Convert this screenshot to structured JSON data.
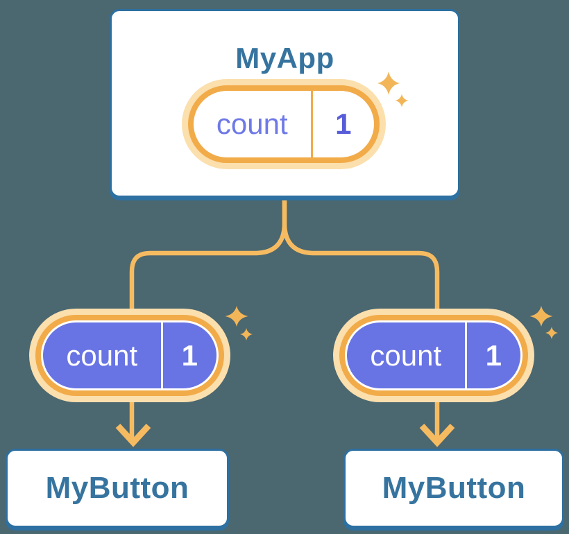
{
  "diagram": {
    "root": {
      "title": "MyApp",
      "state": {
        "label": "count",
        "value": "1"
      }
    },
    "children": [
      {
        "title": "MyButton",
        "state": {
          "label": "count",
          "value": "1"
        }
      },
      {
        "title": "MyButton",
        "state": {
          "label": "count",
          "value": "1"
        }
      }
    ]
  },
  "icons": {
    "sparkle": "✦",
    "arrow_down": "↓"
  },
  "colors": {
    "background": "#4b6770",
    "card_bg": "#ffffff",
    "card_border": "#2d70a1",
    "title_text": "#36749f",
    "connector": "#f6bb61",
    "pill_ring": "#f2ab49",
    "pill_halo": "#fbdfad",
    "pill_fill_active": "#6874e4",
    "pill_text_idle": "#6e79e7",
    "pill_value_idle": "#575cd9",
    "sparkle": "#f2b658"
  }
}
